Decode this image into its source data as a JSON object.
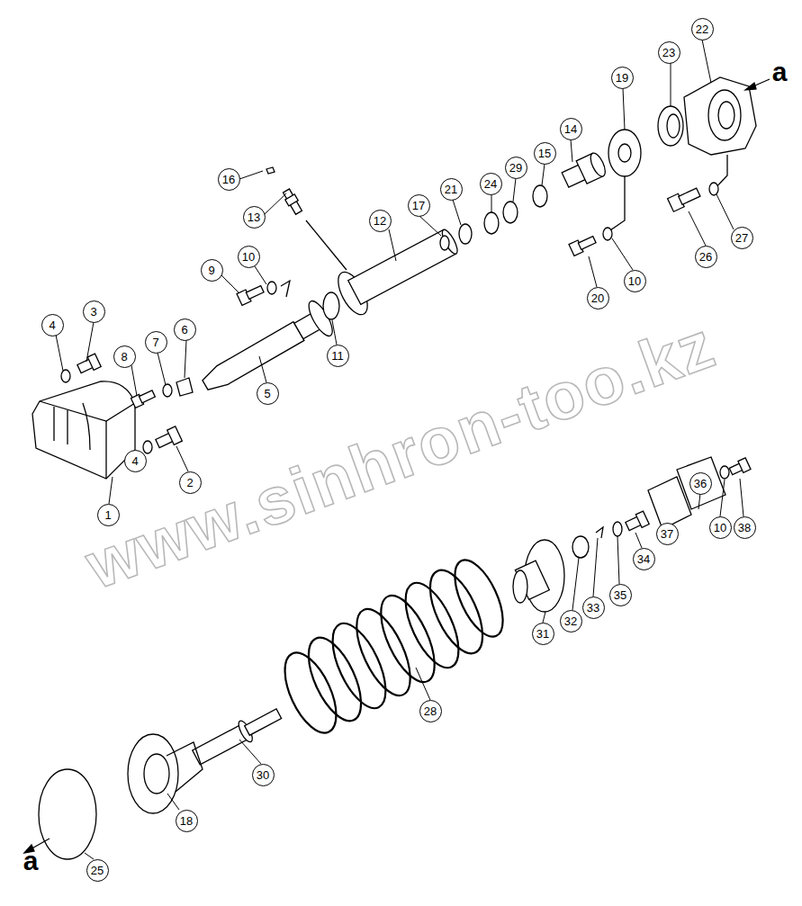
{
  "diagram": {
    "labels": [
      "22",
      "23",
      "a",
      "19",
      "14",
      "15",
      "29",
      "24",
      "21",
      "17",
      "16",
      "13",
      "12",
      "27",
      "26",
      "10",
      "9",
      "10",
      "20",
      "3",
      "4",
      "8",
      "7",
      "6",
      "11",
      "5",
      "2",
      "4",
      "1",
      "38",
      "10",
      "36",
      "37",
      "34",
      "35",
      "33",
      "32",
      "31",
      "28",
      "30",
      "18",
      "25",
      "a",
      "www.sinhron-too.kz"
    ]
  }
}
